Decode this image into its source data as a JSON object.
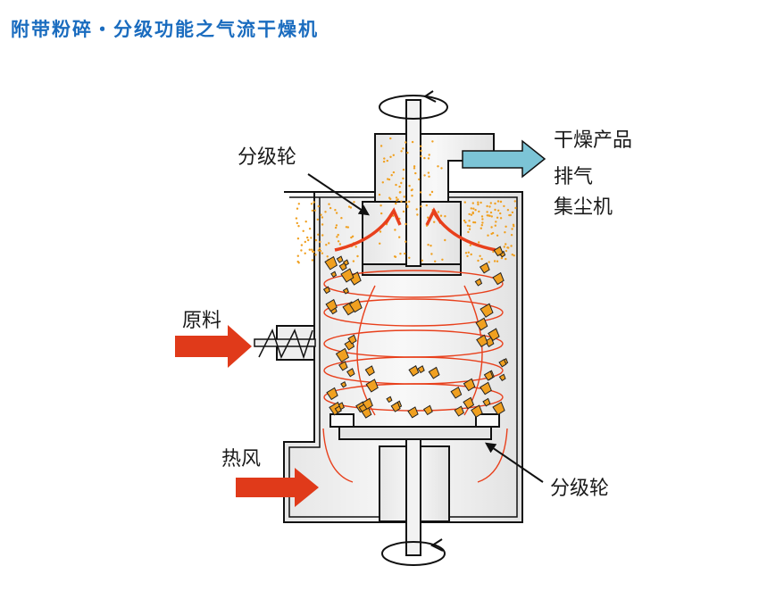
{
  "title": "附带粉碎・分级功能之气流干燥机",
  "labels": {
    "classifier_wheel_top": "分级轮",
    "classifier_wheel_bottom": "分级轮",
    "dry_product": "干燥产品",
    "exhaust_line1": "排气",
    "exhaust_line2": "集尘机",
    "raw_material": "原料",
    "hot_air": "热风"
  },
  "colors": {
    "title": "#1a6cbf",
    "feed_arrow": "#e03a1a",
    "product_arrow": "#7cc4d6",
    "airflow": "#e8401c",
    "particles": "#f0a020"
  }
}
